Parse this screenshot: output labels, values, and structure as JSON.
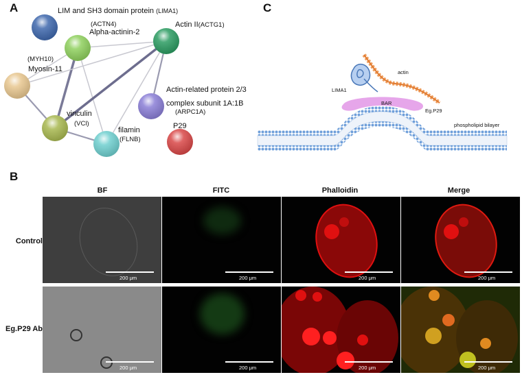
{
  "panels": {
    "a": "A",
    "b": "B",
    "c": "C"
  },
  "network": {
    "nodes": [
      {
        "id": "lima1",
        "label": "LIM and SH3 domain protein",
        "sub": "(LIMA1)",
        "color": "#3f68ad"
      },
      {
        "id": "actn4",
        "label": "Alpha-actinin-2",
        "sub": "(ACTN4)",
        "color": "#8fd05e"
      },
      {
        "id": "actg1",
        "label": "Actin II",
        "sub": "(ACTG1)",
        "color": "#2c9c62"
      },
      {
        "id": "myh10",
        "label": "Myosin-11",
        "sub": "(MYH10)",
        "color": "#e8c790"
      },
      {
        "id": "arpc1a",
        "label": "Actin-related protein 2/3",
        "label2": "complex subunit 1A:1B",
        "sub": "(ARPC1A)",
        "color": "#8a7ed6"
      },
      {
        "id": "vcl",
        "label": "vinculin",
        "sub": "(VCl)",
        "color": "#a8b850"
      },
      {
        "id": "flnb",
        "label": "filamin",
        "sub": "(FLNB)",
        "color": "#6fcfcf"
      },
      {
        "id": "p29",
        "label": "P29",
        "color": "#d94848"
      }
    ]
  },
  "schematic": {
    "actin": "actin",
    "lima1": "LIMA1",
    "bar": "BAR",
    "egp29": "Eg.P29",
    "bilayer": "phospholipid bilayer"
  },
  "microscopy": {
    "columns": [
      "BF",
      "FITC",
      "Phalloidin",
      "Merge"
    ],
    "rows": [
      "Control",
      "Eg.P29 Ab"
    ],
    "scale_label": "200 μm"
  },
  "colors": {
    "phalloidin": "#e01010",
    "fitc": "#1f5f1f",
    "membrane": "#7aaee0",
    "bar_domain": "#e6a6ea",
    "actin_fiber": "#f0a060"
  }
}
